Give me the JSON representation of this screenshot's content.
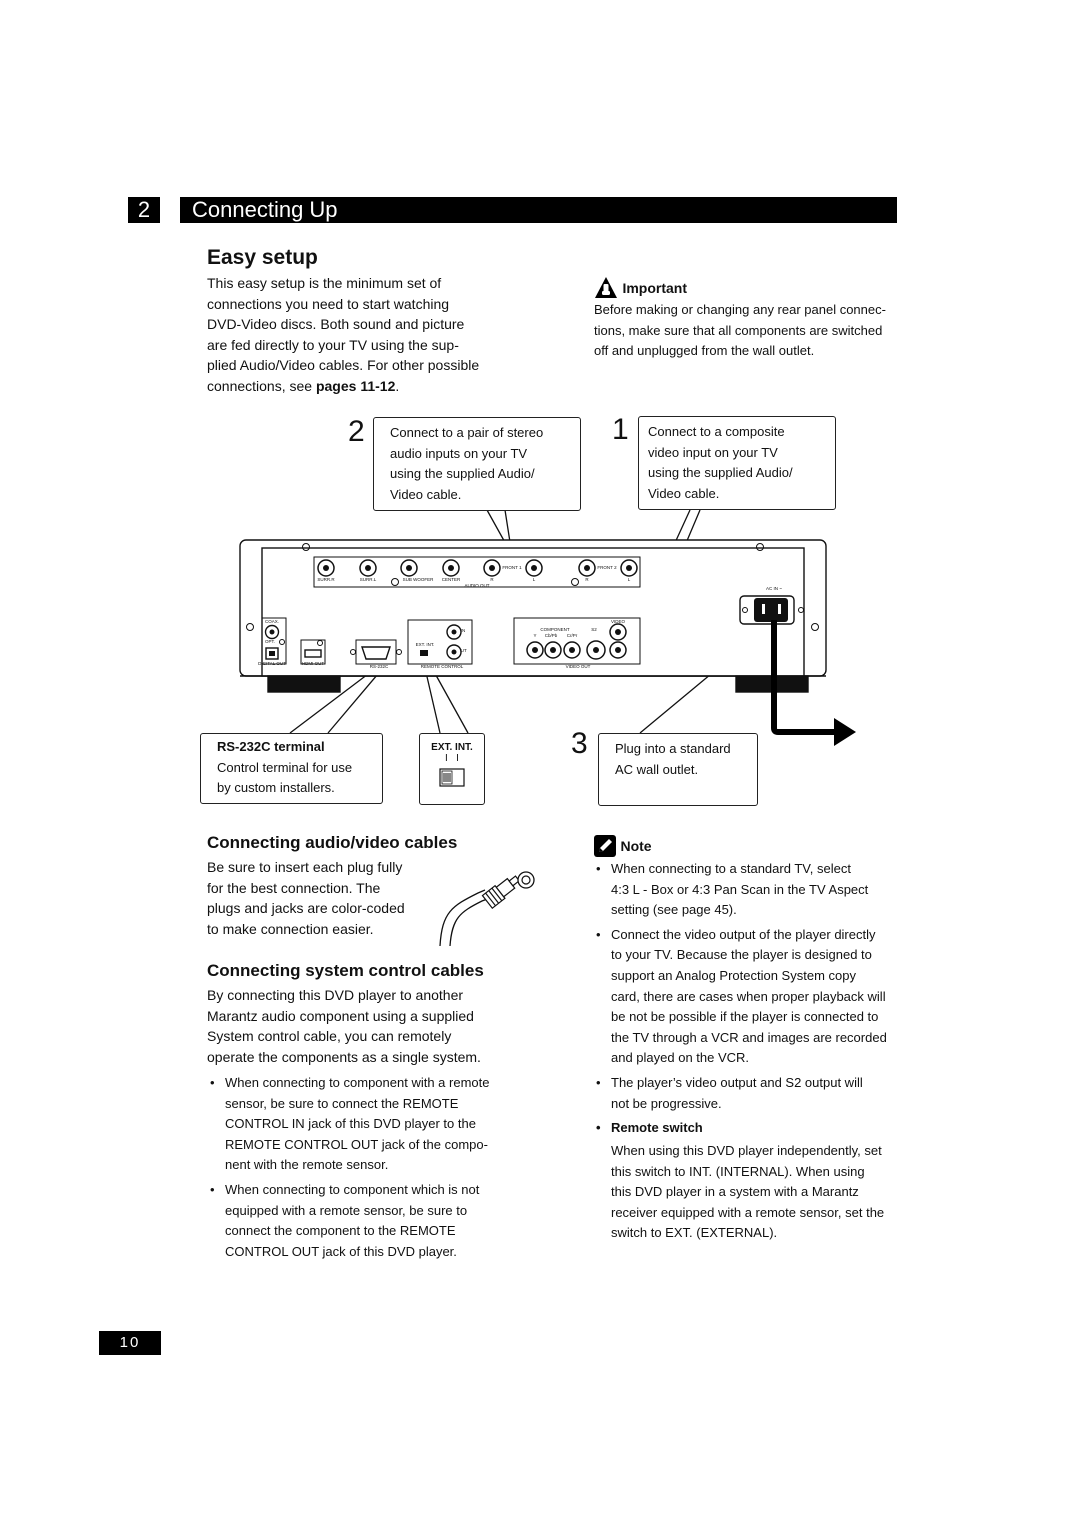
{
  "header": {
    "chapter_number": "2",
    "chapter_title": "Connecting Up"
  },
  "easy_setup": {
    "title": "Easy setup",
    "intro_lines": [
      "This easy setup is the minimum set of",
      "connections you need to start watching",
      "DVD-Video discs. Both sound and picture",
      "are fed directly to your TV using the sup-",
      "plied Audio/Video cables. For other possible"
    ],
    "intro_last_prefix": "connections, see ",
    "intro_last_bold": "pages 11-12",
    "intro_last_suffix": "."
  },
  "important": {
    "label": "Important",
    "lines": [
      "Before making or changing any rear panel connec-",
      "tions, make sure that all components are switched",
      "off and unplugged from the wall outlet."
    ]
  },
  "callouts": {
    "step2": {
      "number": "2",
      "lines": [
        "Connect to a pair of stereo",
        "audio inputs on your TV",
        "using the supplied Audio/",
        "Video cable."
      ]
    },
    "step1": {
      "number": "1",
      "lines": [
        "Connect to a composite",
        "video input on your TV",
        "using the supplied Audio/",
        "Video cable."
      ]
    },
    "step3": {
      "number": "3",
      "lines": [
        "Plug into a standard",
        "AC wall outlet."
      ]
    },
    "rs232": {
      "title": "RS-232C terminal",
      "lines": [
        "Control terminal for use",
        "by custom installers."
      ]
    },
    "switch": {
      "label": "EXT. INT."
    }
  },
  "panel_labels": {
    "surr_r": "SURR.R",
    "surr_l": "SURR.L",
    "subwoofer": "SUB WOOFER",
    "center": "CENTER",
    "front1": "FRONT 1",
    "front2": "FRONT 2",
    "r": "R",
    "l": "L",
    "audio_out": "AUDIO OUT",
    "coax": "COAX.",
    "opt": "OPT.",
    "digital_out": "DIGITAL OUT",
    "hdmi_out": "HDMI OUT",
    "rs232c": "RS-232C",
    "ext_int": "EXT. INT.",
    "in": "IN",
    "out": "OUT",
    "remote_control": "REMOTE CONTROL",
    "component": "COMPONENT",
    "s2": "S2",
    "video": "VIDEO",
    "y": "Y",
    "cbpb": "Cb/Pb",
    "crpr": "Cr/Pr",
    "video_out": "VIDEO OUT",
    "ac_in": "AC IN ~"
  },
  "connecting_av": {
    "title": "Connecting audio/video cables",
    "lines": [
      "Be sure to insert each plug fully",
      "for the best connection. The",
      "plugs and jacks are color-coded",
      "to make connection easier."
    ]
  },
  "connecting_system": {
    "title": "Connecting system control cables",
    "lines": [
      "By connecting this DVD player to another",
      "Marantz audio component using a supplied",
      "System control cable, you can remotely",
      "operate the components as a single system."
    ],
    "bullet1": [
      "When connecting to component with a remote",
      "sensor, be sure to connect the REMOTE",
      "CONTROL IN jack of this DVD player to the",
      "REMOTE CONTROL OUT jack of the compo-",
      "nent with the remote sensor."
    ],
    "bullet2": [
      "When connecting to component which is not",
      "equipped with a remote sensor, be sure to",
      "connect the component to the REMOTE",
      "CONTROL OUT jack of this DVD player."
    ]
  },
  "note": {
    "label": "Note",
    "bullet1": [
      "When connecting to a standard TV, select",
      "4:3 L - Box or 4:3 Pan Scan in the TV Aspect",
      "setting (see page 45)."
    ],
    "bullet2": [
      "Connect the video output of the player directly",
      "to your TV.  Because the player is designed to",
      "support an Analog Protection System copy",
      "card, there are cases when proper playback will",
      "be not be possible if the player is connected to",
      "the TV through a VCR and images are recorded",
      "and played on the VCR."
    ],
    "bullet3": [
      "The player’s video output and S2 output will",
      "not be progressive."
    ],
    "remote_switch_title": "Remote switch",
    "remote_switch_lines": [
      "When using this DVD player independently, set",
      "this switch to INT. (INTERNAL). When using",
      "this DVD player in a system with a Marantz",
      "receiver equipped with a remote sensor, set the",
      "switch to EXT. (EXTERNAL)."
    ]
  },
  "page_number": "10"
}
